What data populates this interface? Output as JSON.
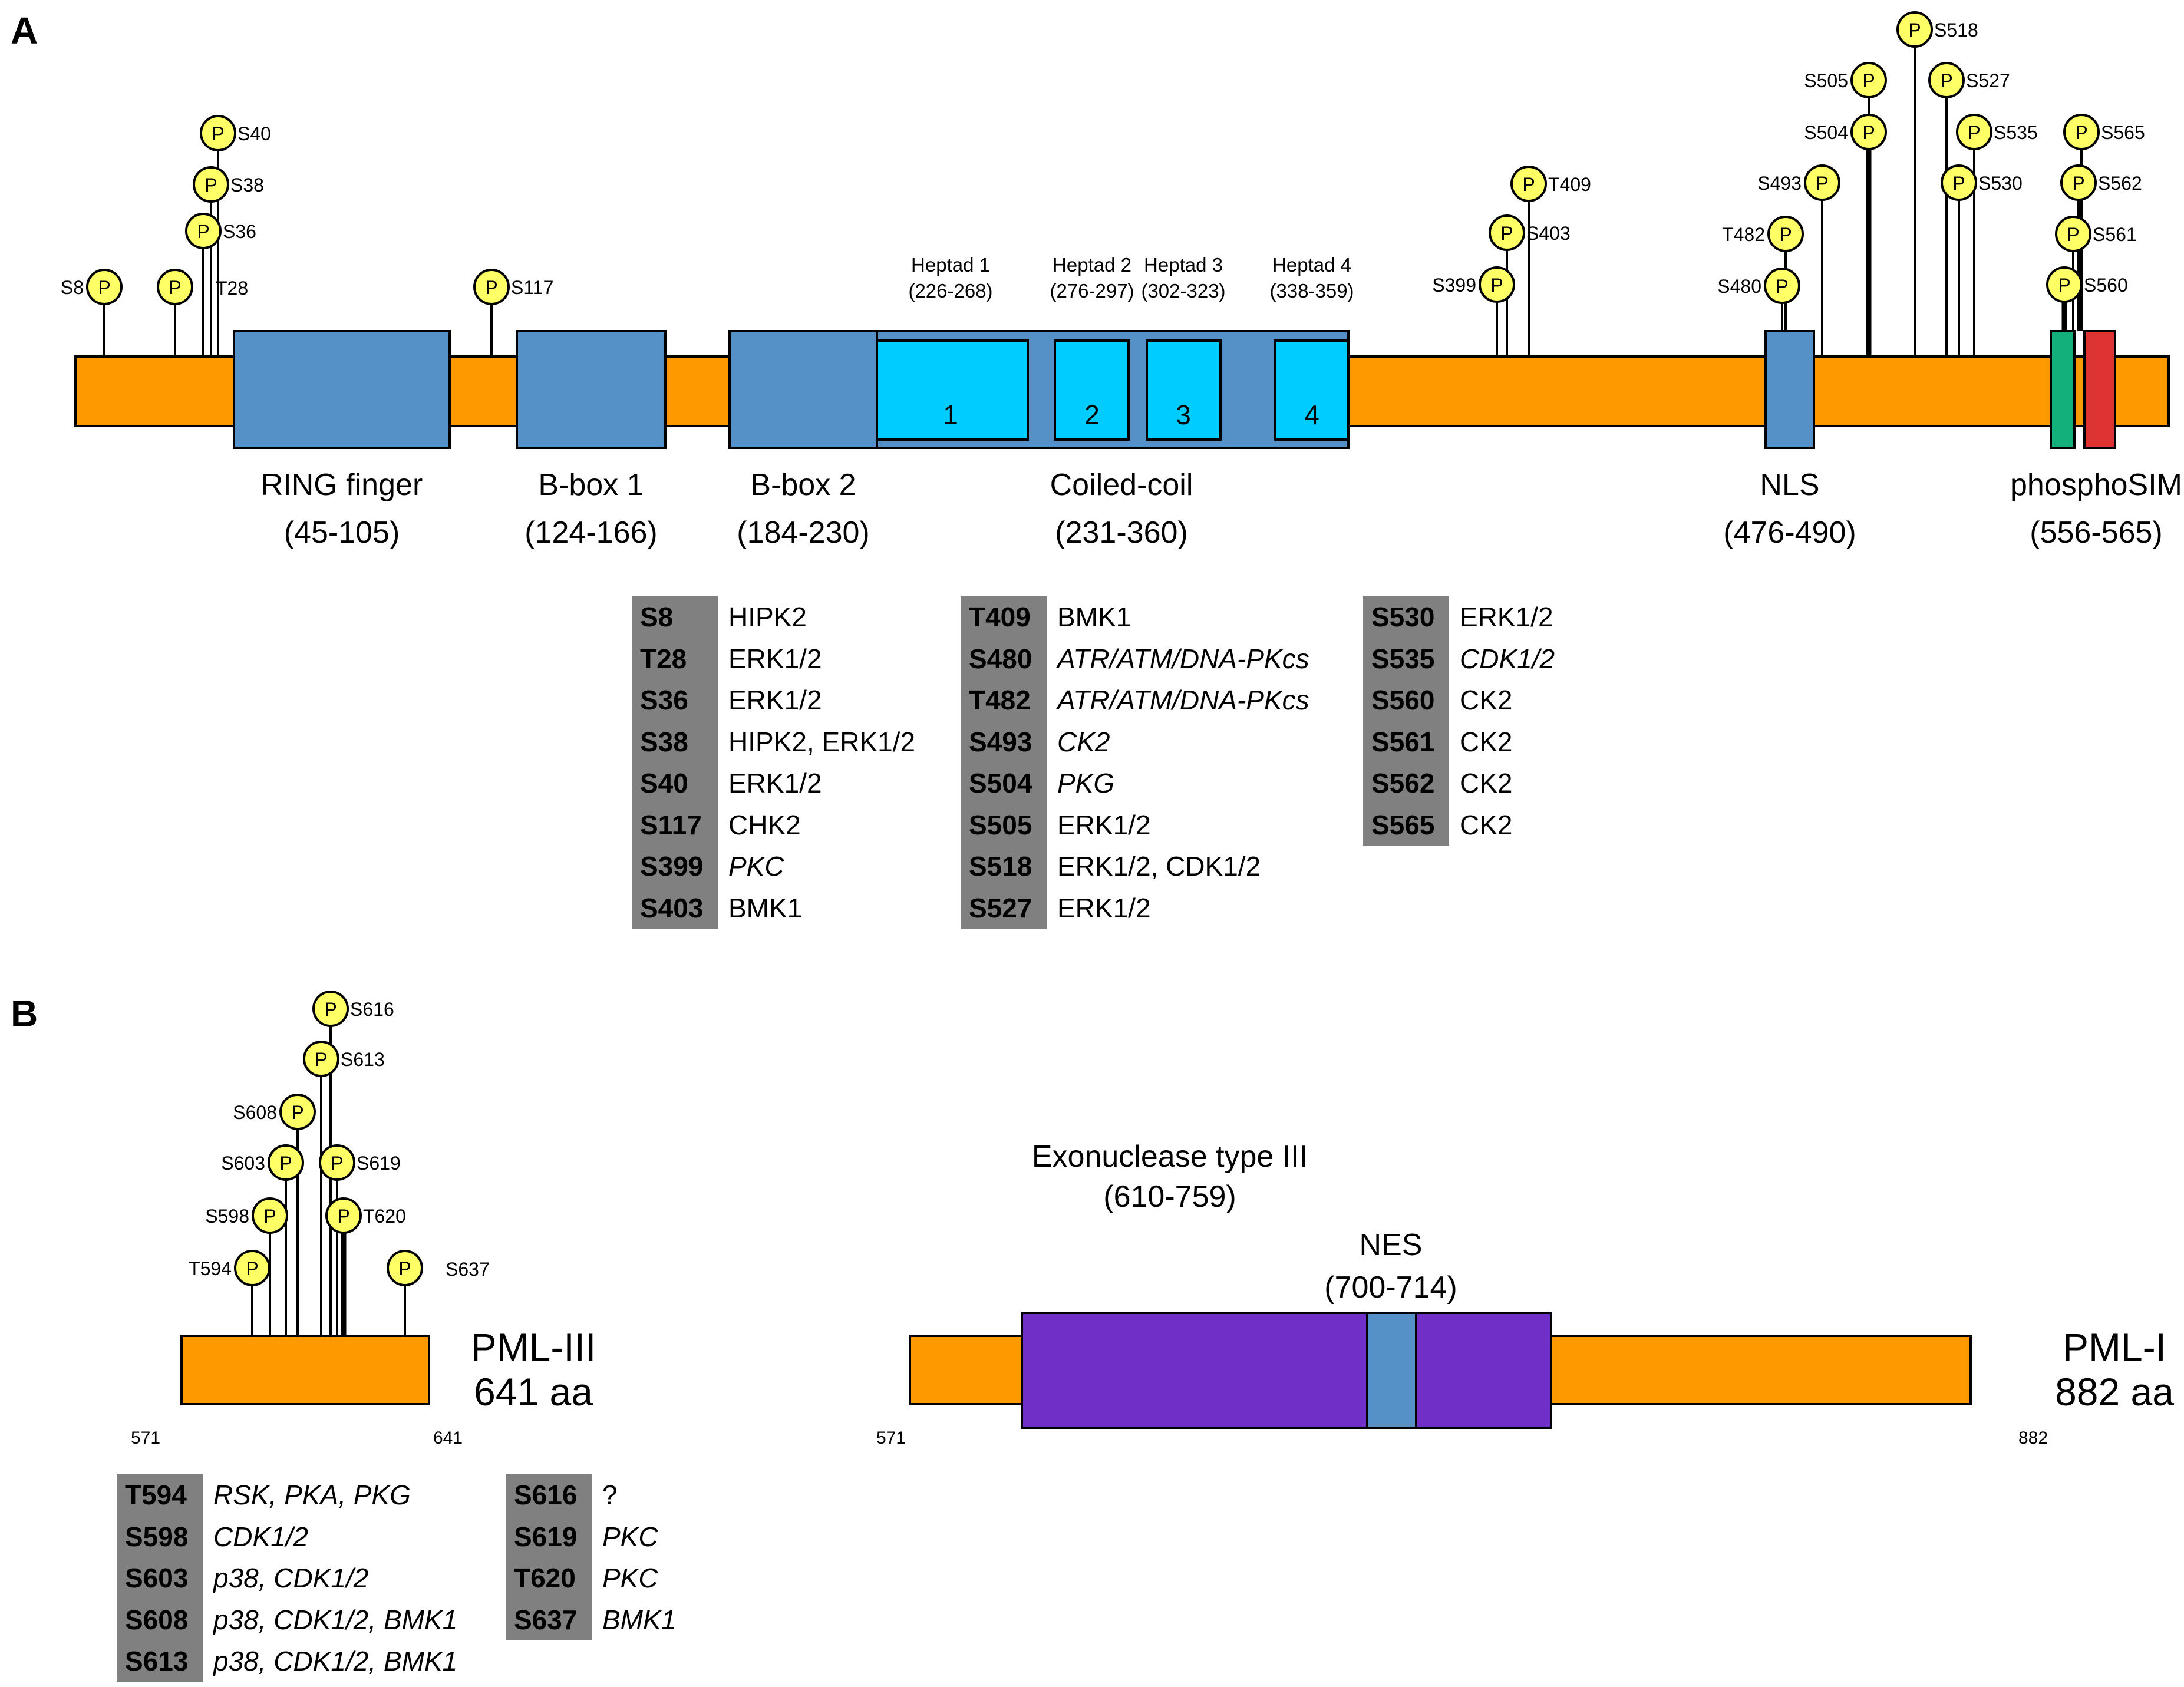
{
  "panels": [
    {
      "letter": "A",
      "domains": [
        {
          "id": "ring",
          "name": "RING finger",
          "range": "(45-105)"
        },
        {
          "id": "bbox1",
          "name": "B-box 1",
          "range": "(124-166)"
        },
        {
          "id": "bbox2",
          "name": "B-box 2",
          "range": "(184-230)"
        },
        {
          "id": "coiled",
          "name": "Coiled-coil",
          "range": "(231-360)"
        },
        {
          "id": "nls",
          "name": "NLS",
          "range": "(476-490)"
        },
        {
          "id": "sim",
          "name": "phosphoSIM",
          "range": "(556-565)"
        }
      ],
      "heptads": [
        {
          "name": "Heptad 1",
          "range": "(226-268)",
          "num": "1"
        },
        {
          "name": "Heptad 2",
          "range": "(276-297)",
          "num": "2"
        },
        {
          "name": "Heptad 3",
          "range": "(302-323)",
          "num": "3"
        },
        {
          "name": "Heptad 4",
          "range": "(338-359)",
          "num": "4"
        }
      ],
      "phospho_symbol": "P",
      "sites": [
        "S8",
        "T28",
        "S36",
        "S38",
        "S40",
        "S117",
        "S399",
        "S403",
        "T409",
        "S480",
        "T482",
        "S493",
        "S504",
        "S505",
        "S518",
        "S527",
        "S535",
        "S530",
        "S560",
        "S561",
        "S562",
        "S565"
      ],
      "kinase_tables": [
        [
          {
            "site": "S8",
            "kinase": "HIPK2",
            "italic": false
          },
          {
            "site": "T28",
            "kinase": "ERK1/2",
            "italic": false
          },
          {
            "site": "S36",
            "kinase": "ERK1/2",
            "italic": false
          },
          {
            "site": "S38",
            "kinase": "HIPK2, ERK1/2",
            "italic": false
          },
          {
            "site": "S40",
            "kinase": "ERK1/2",
            "italic": false
          },
          {
            "site": "S117",
            "kinase": "CHK2",
            "italic": false
          },
          {
            "site": "S399",
            "kinase": "PKC",
            "italic": true
          },
          {
            "site": "S403",
            "kinase": "BMK1",
            "italic": false
          }
        ],
        [
          {
            "site": "T409",
            "kinase": "BMK1",
            "italic": false
          },
          {
            "site": "S480",
            "kinase": "ATR/ATM/DNA-PKcs",
            "italic": true
          },
          {
            "site": "T482",
            "kinase": "ATR/ATM/DNA-PKcs",
            "italic": true
          },
          {
            "site": "S493",
            "kinase": "CK2",
            "italic": true
          },
          {
            "site": "S504",
            "kinase": "PKG",
            "italic": true
          },
          {
            "site": "S505",
            "kinase": "ERK1/2",
            "italic": false
          },
          {
            "site": "S518",
            "kinase": "ERK1/2, CDK1/2",
            "italic": false
          },
          {
            "site": "S527",
            "kinase": "ERK1/2",
            "italic": false
          }
        ],
        [
          {
            "site": "S530",
            "kinase": "ERK1/2",
            "italic": false
          },
          {
            "site": "S535",
            "kinase": "CDK1/2",
            "italic": true
          },
          {
            "site": "S560",
            "kinase": "CK2",
            "italic": false
          },
          {
            "site": "S561",
            "kinase": "CK2",
            "italic": false
          },
          {
            "site": "S562",
            "kinase": "CK2",
            "italic": false
          },
          {
            "site": "S565",
            "kinase": "CK2",
            "italic": false
          }
        ]
      ]
    },
    {
      "letter": "B",
      "isoform_III": {
        "name": "PML-III",
        "length": "641 aa",
        "start": "571",
        "end": "641"
      },
      "isoform_I": {
        "name": "PML-I",
        "length": "882 aa",
        "start": "571",
        "end": "882"
      },
      "exonuclease": {
        "name": "Exonuclease type III",
        "range": "(610-759)"
      },
      "nes": {
        "name": "NES",
        "range": "(700-714)"
      },
      "phospho_symbol": "P",
      "sites": [
        "T594",
        "S598",
        "S603",
        "S608",
        "S613",
        "S616",
        "S619",
        "T620",
        "S637"
      ],
      "kinase_tables": [
        [
          {
            "site": "T594",
            "kinase": "RSK, PKA, PKG",
            "italic": true
          },
          {
            "site": "S598",
            "kinase": "CDK1/2",
            "italic": true
          },
          {
            "site": "S603",
            "kinase": "p38, CDK1/2",
            "italic": true
          },
          {
            "site": "S608",
            "kinase": "p38, CDK1/2, BMK1",
            "italic": true
          },
          {
            "site": "S613",
            "kinase": "p38, CDK1/2, BMK1",
            "italic": true
          }
        ],
        [
          {
            "site": "S616",
            "kinase": "?",
            "italic": false
          },
          {
            "site": "S619",
            "kinase": "PKC",
            "italic": true
          },
          {
            "site": "T620",
            "kinase": "PKC",
            "italic": true
          },
          {
            "site": "S637",
            "kinase": "BMK1",
            "italic": true
          }
        ]
      ]
    }
  ],
  "colors": {
    "backbone": "#FF9900",
    "domain": "#5590C7",
    "heptad": "#00CCFF",
    "phospho": "#FFFF66",
    "sim_green": "#14B07C",
    "sim_red": "#DD3333",
    "exonuclease": "#7030C8",
    "site_cell": "#808080"
  }
}
